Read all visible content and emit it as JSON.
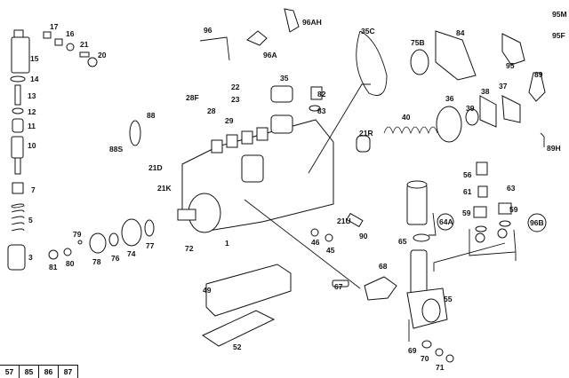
{
  "labels": [
    "17",
    "16",
    "21",
    "20",
    "15",
    "14",
    "13",
    "12",
    "11",
    "10",
    "7",
    "5",
    "3",
    "96",
    "96A",
    "96AH",
    "35C",
    "75B",
    "84",
    "95M",
    "95F",
    "95",
    "89",
    "89H",
    "22",
    "23",
    "35",
    "82",
    "83",
    "28F",
    "28",
    "29",
    "88",
    "88S",
    "21D",
    "21K",
    "21R",
    "40",
    "36",
    "39",
    "38",
    "37",
    "56",
    "61",
    "63",
    "59",
    "59",
    "64A",
    "96B",
    "65",
    "21U",
    "90",
    "46",
    "45",
    "72",
    "1",
    "81",
    "80",
    "79",
    "78",
    "76",
    "74",
    "77",
    "49",
    "67",
    "68",
    "55",
    "69",
    "70",
    "71",
    "52"
  ],
  "table": [
    "57",
    "85",
    "86",
    "87"
  ]
}
